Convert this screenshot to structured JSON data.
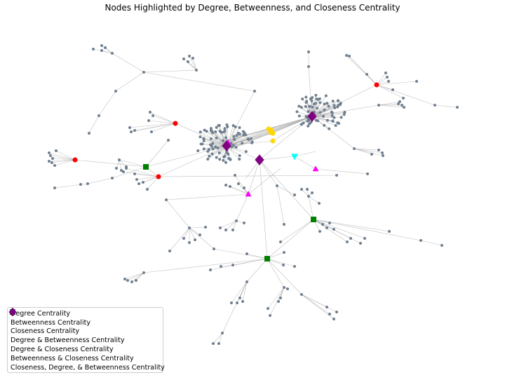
{
  "title": "Nodes Highlighted by Degree, Betweenness, and Closeness Centrality",
  "colors": {
    "edge": "#a9a9a9",
    "node": "#708090",
    "degree": "#ff0000",
    "betweenness": "#ff00ff",
    "closeness": "#ffd700",
    "degree_betweenness": "#008000",
    "degree_closeness": "#ffa500",
    "betweenness_closeness": "#00ffff",
    "all_three": "#800080"
  },
  "legend": [
    {
      "label": "Degree Centrality",
      "marker": "circle",
      "color_key": "degree"
    },
    {
      "label": "Betweenness Centrality",
      "marker": "triangle-up",
      "color_key": "betweenness"
    },
    {
      "label": "Closeness Centrality",
      "marker": "circle",
      "color_key": "closeness"
    },
    {
      "label": "Degree & Betweenness Centrality",
      "marker": "square",
      "color_key": "degree_betweenness"
    },
    {
      "label": "Degree & Closeness Centrality",
      "marker": "hexagon",
      "color_key": "degree_closeness"
    },
    {
      "label": "Betweenness & Closeness Centrality",
      "marker": "triangle-down",
      "color_key": "betweenness_closeness"
    },
    {
      "label": "Closeness, Degree, & Betweenness Centrality",
      "marker": "diamond",
      "color_key": "all_three"
    }
  ]
}
